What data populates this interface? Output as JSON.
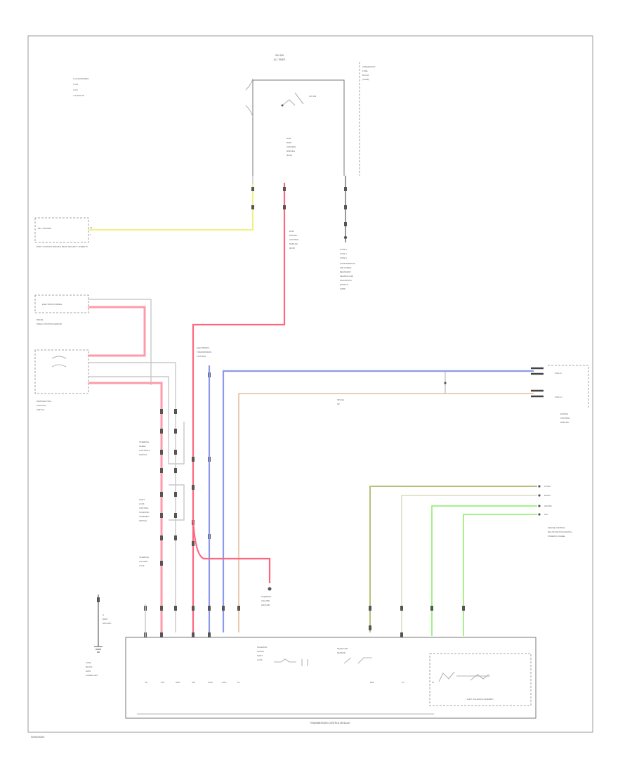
{
  "diagram": {
    "footer_code": "W0000000",
    "components": {
      "body_control_module": {
        "text": "BODY CONTROL MODULE (BCM) SECURITY UNDER IP",
        "pin_text": "KEY TRIGGER",
        "pin_a": "X1",
        "pin_b": "2"
      },
      "ignition_switch": {
        "lines": [
          "IGN SW",
          "ALL TIMES"
        ]
      },
      "key_legend": {
        "lines": [
          "1 ACCESSORIES",
          "2 IGN",
          "3 ON",
          "4 START ON"
        ]
      },
      "fuse_block_top": {
        "lines": [
          "UNDERHOOD",
          "FUSE",
          "BLOCK",
          "(UHFB)"
        ]
      },
      "fuse_labels_center": {
        "lines": [
          "BCM",
          "BODY",
          "CONTROL",
          "MODULE",
          "(BCM)"
        ]
      },
      "fuse_right_ref": {
        "lines": [
          "FUSE 1",
          "FUSE 2",
          "FUSE 3",
          "SUPPLEMENTAL",
          "INFLATABLE",
          "RESTRAINT",
          "SENSING AND",
          "DIAGNOSTIC",
          "MODULE",
          "(SDM)"
        ]
      },
      "fuse_red_ref": {
        "lines": [
          "ECM",
          "ENGINE",
          "CONTROL",
          "MODULE",
          "(ECM)"
        ]
      },
      "brake_switch": {
        "text": "ELECTRONIC BRAKE",
        "lines": [
          "BRAKE",
          "PEDAL POSITION SENSOR"
        ]
      },
      "park_lock": {
        "lines": [
          "PARK/NEUTRAL",
          "POSITION",
          "SWITCH"
        ]
      },
      "module_center_ref": {
        "lines": [
          "ELECTRONIC",
          "TRANSMISSION",
          "CONTROL"
        ]
      },
      "splice_mid": {
        "lines": [
          "SPLICE",
          "SP"
        ]
      },
      "ecm_right": {
        "lines": [
          "ENGINE",
          "CONTROL",
          "MODULE"
        ],
        "conn_a": "CAN HI",
        "conn_b": "CAN LO"
      },
      "stack_left_1": {
        "lines": [
          "STEERING",
          "WHEEL",
          "CONTROLS",
          "SWITCH"
        ]
      },
      "stack_left_2": {
        "lines": [
          "SHIFT",
          "LOCK",
          "CONTROL",
          "SOLENOID",
          "ASSEMBLY",
          "SWITCH"
        ]
      },
      "stack_left_3": {
        "lines": [
          "STEERING",
          "COLUMN",
          "LOCK"
        ]
      },
      "ground_left": {
        "lines": [
          "G",
          "BODY",
          "GROUND"
        ]
      },
      "ground_left_ref": {
        "lines": [
          "FUSE",
          "BLOCK",
          "MAIN",
          "LOWER LEFT"
        ]
      },
      "right_connectors": {
        "lines": [
          "ACCEL",
          "DECEL",
          "CRUISE",
          "SET"
        ]
      },
      "right_connectors_ref": {
        "lines": [
          "CRUISE CONTROL",
          "MULTIFUNCTION SWITCH",
          "STEERING WHEEL"
        ]
      },
      "red_ground": {
        "lines": [
          "STEERING",
          "COLUMN",
          "GROUND"
        ]
      },
      "main_module": {
        "title": "TRANSMISSION CONTROL MODULE",
        "sub_title": "SHIFT SOLENOID ASSEMBLY",
        "inner_lines": [
          "SOLENOID",
          "SIGNAL",
          "SHIFT",
          "LOCK"
        ],
        "right_lines": [
          "SELECTOR",
          "SENSOR"
        ],
        "pins": [
          "B+",
          "IGN",
          "GND",
          "SIG",
          "CAN+",
          "CAN-",
          "5V",
          "REF",
          "LO",
          "HI"
        ]
      }
    }
  }
}
